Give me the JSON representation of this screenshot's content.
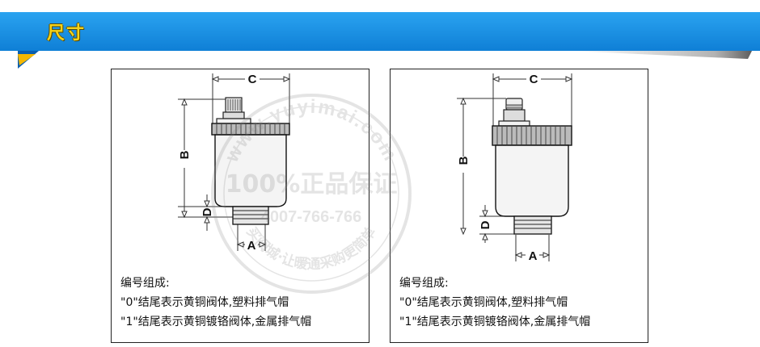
{
  "header": {
    "title": "尺寸",
    "bar_color": "#1a8ee0",
    "title_color": "#f5d21a"
  },
  "panels": [
    {
      "dims": {
        "a": "A",
        "b": "B",
        "c": "C",
        "d": "D"
      },
      "caption": {
        "heading": "编号组成:",
        "line1": "\"0\"结尾表示黄铜阀体,塑料排气帽",
        "line2": "\"1\"结尾表示黄铜镀铬阀体,金属排气帽"
      }
    },
    {
      "dims": {
        "a": "A",
        "b": "B",
        "c": "C",
        "d": "D"
      },
      "caption": {
        "heading": "编号组成:",
        "line1": "\"0\"结尾表示黄铜阀体,塑料排气帽",
        "line2": "\"1\"结尾表示黄铜镀铬阀体,金属排气帽"
      }
    }
  ],
  "watermark": {
    "site": "www.yuyimai.com",
    "slogan": "100%正品保证",
    "phone": "4007-766-766",
    "tagline": "买阀城·让暖通采购更简单"
  }
}
